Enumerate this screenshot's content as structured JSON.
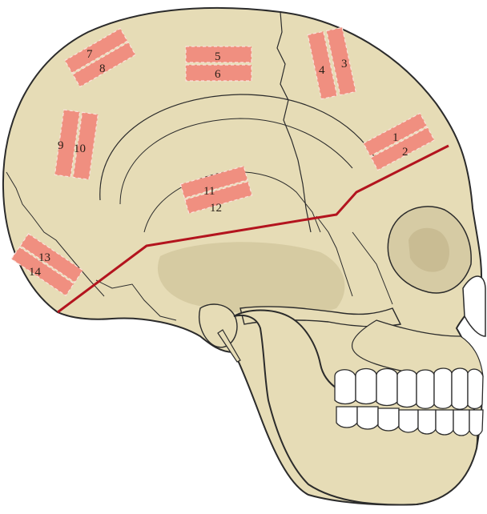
{
  "figure": {
    "colors": {
      "bone": "#e6dcb6",
      "bone_shadow": "#cfc39a",
      "outline": "#2b2b2b",
      "pad_fill": "#f08f80",
      "pad_dash": "#fbe2dc",
      "cut_line": "#b3141e",
      "teeth": "#ffffff"
    },
    "pads": [
      {
        "id": "pad-1-2",
        "labels": [
          "1",
          "2"
        ]
      },
      {
        "id": "pad-3-4",
        "labels": [
          "3",
          "4"
        ]
      },
      {
        "id": "pad-5-6",
        "labels": [
          "5",
          "6"
        ]
      },
      {
        "id": "pad-7-8",
        "labels": [
          "7",
          "8"
        ]
      },
      {
        "id": "pad-9-10",
        "labels": [
          "9",
          "10"
        ]
      },
      {
        "id": "pad-11-12",
        "labels": [
          "11",
          "12"
        ]
      },
      {
        "id": "pad-13-14",
        "labels": [
          "13",
          "14"
        ]
      }
    ]
  }
}
